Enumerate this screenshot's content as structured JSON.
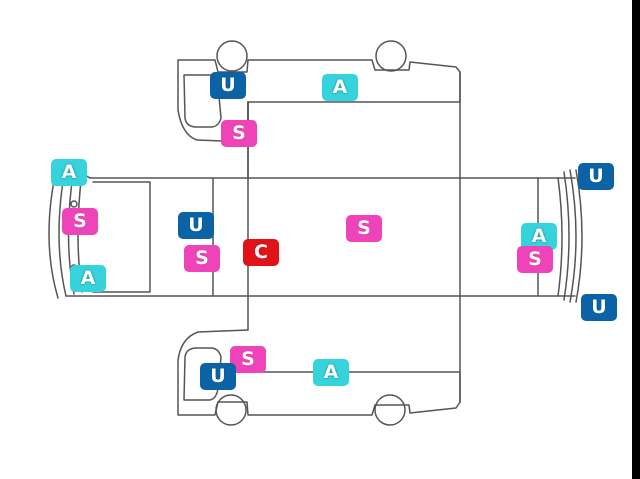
{
  "legend_colors": {
    "U": "#0b63a5",
    "A": "#36d3dc",
    "S": "#ee43b9",
    "C": "#e01418"
  },
  "markers": [
    {
      "id": "top-side-u",
      "label": "U",
      "kind": "U"
    },
    {
      "id": "top-side-a",
      "label": "A",
      "kind": "A"
    },
    {
      "id": "top-side-s",
      "label": "S",
      "kind": "S"
    },
    {
      "id": "front-a-upper",
      "label": "A",
      "kind": "A"
    },
    {
      "id": "front-s",
      "label": "S",
      "kind": "S"
    },
    {
      "id": "front-a-lower",
      "label": "A",
      "kind": "A"
    },
    {
      "id": "cab-u",
      "label": "U",
      "kind": "U"
    },
    {
      "id": "cab-s",
      "label": "S",
      "kind": "S"
    },
    {
      "id": "center-c",
      "label": "C",
      "kind": "C"
    },
    {
      "id": "cargo-s",
      "label": "S",
      "kind": "S"
    },
    {
      "id": "rear-u-upper",
      "label": "U",
      "kind": "U"
    },
    {
      "id": "rear-a",
      "label": "A",
      "kind": "A"
    },
    {
      "id": "rear-s",
      "label": "S",
      "kind": "S"
    },
    {
      "id": "rear-u-lower",
      "label": "U",
      "kind": "U"
    },
    {
      "id": "bottom-side-s",
      "label": "S",
      "kind": "S"
    },
    {
      "id": "bottom-side-u",
      "label": "U",
      "kind": "U"
    },
    {
      "id": "bottom-side-a",
      "label": "A",
      "kind": "A"
    }
  ]
}
